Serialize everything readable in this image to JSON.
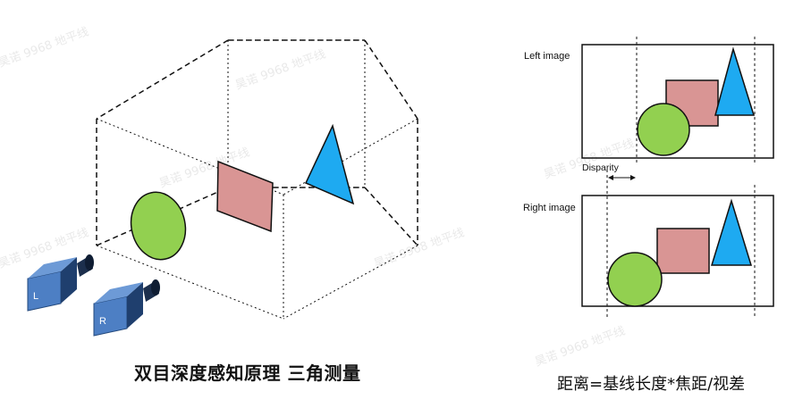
{
  "left_caption": "双目深度感知原理 三角测量",
  "right_caption": "距离=基线长度*焦距/视差",
  "left_camera_label": "L",
  "right_camera_label": "R",
  "left_image_label": "Left image",
  "right_image_label": "Right image",
  "disparity_label": "Disparity",
  "watermark": "昊诺 9968 地平线",
  "colors": {
    "circle": "#92d050",
    "square": "#d99594",
    "triangle": "#1eaaf1",
    "camera": "#2f5c9e",
    "line": "#111111"
  }
}
